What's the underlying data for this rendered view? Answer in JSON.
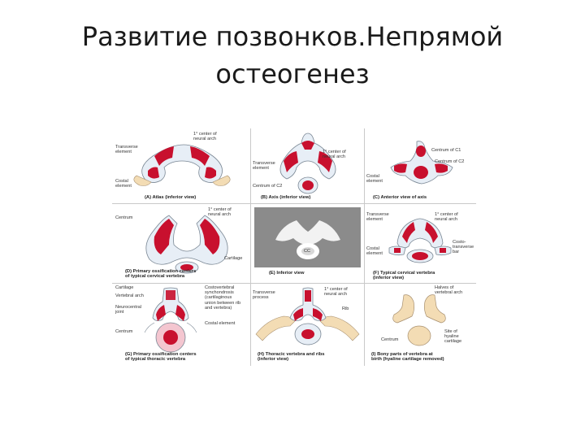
{
  "slide": {
    "title_line1": "Развитие позвонков.Непрямой",
    "title_line2": "остеогенез"
  },
  "colors": {
    "ossification": "#c8102e",
    "cartilage": "#e7eef6",
    "bone": "#f3dcb4",
    "outline": "#7a8794"
  },
  "panels": {
    "a": {
      "caption": "(A) Atlas (inferior view)",
      "labels": {
        "center": "1° center of\nneural arch",
        "transverse": "Transverse\nelement",
        "costal": "Costal\nelement"
      }
    },
    "b": {
      "caption": "(B) Axis (inferior view)",
      "labels": {
        "center": "1° center of\nneural arch",
        "transverse": "Transverse\nelement",
        "centrum": "Centrum of C2"
      }
    },
    "c": {
      "caption": "(C) Anterior view of axis",
      "labels": {
        "c1": "Centrum of C1",
        "c2": "Centrum of C2",
        "costal": "Costal\nelement"
      }
    },
    "d": {
      "caption": "(D) Primary ossification centers\nof typical cervical vertebra",
      "labels": {
        "centrum": "Centrum",
        "center": "1° center of\nneural arch",
        "cartilage": "Cartilage"
      }
    },
    "e": {
      "caption": "(E) Inferior view",
      "labels": {
        "cc": "CC"
      }
    },
    "f": {
      "caption": "(F) Typical cervical vertebra\n(inferior view)",
      "labels": {
        "transverse": "Transverse\nelement",
        "center": "1° center of\nneural arch",
        "costal": "Costal\nelement",
        "costotransverse": "Costo-\ntransverse\nbar"
      }
    },
    "g": {
      "caption": "(G) Primary ossification centers\nof typical thoracic vertebra",
      "labels": {
        "cartilage": "Cartilage",
        "arch": "Vertebral arch",
        "neurocentral": "Neurocentral\njoint",
        "centrum": "Centrum",
        "costovertebral": "Costovertebral\nsynchondrosis\n(cartilaginous\nunion between rib\nand vertebra)",
        "costal": "Costal element"
      }
    },
    "h": {
      "caption": "(H) Thoracic vertebra and ribs\n(inferior view)",
      "labels": {
        "transverse": "Transverse\nprocess",
        "center": "1° center of\nneural arch",
        "rib": "Rib"
      }
    },
    "i": {
      "caption": "(I) Bony parts of vertebra at\nbirth (hyaline cartilage removed)",
      "labels": {
        "halves": "Halves of\nvertebral arch",
        "centrum": "Centrum",
        "site": "Site of\nhyaline\ncartilage"
      }
    }
  }
}
